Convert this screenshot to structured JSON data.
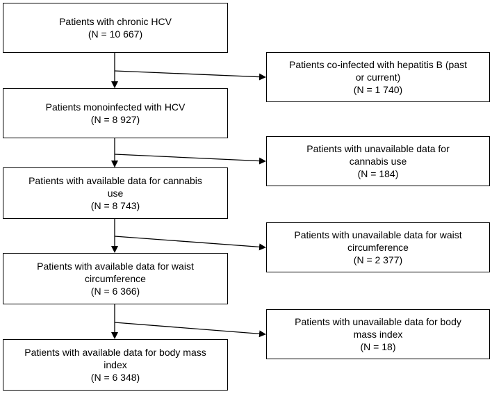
{
  "flowchart": {
    "main": [
      {
        "lines": [
          "Patients with chronic HCV",
          "(N = 10 667)"
        ]
      },
      {
        "lines": [
          "Patients monoinfected with HCV",
          "(N = 8 927)"
        ]
      },
      {
        "lines": [
          "Patients with available data for cannabis",
          "use",
          "(N = 8 743)"
        ]
      },
      {
        "lines": [
          "Patients with available data for waist",
          "circumference",
          "(N = 6 366)"
        ]
      },
      {
        "lines": [
          "Patients with available data for body mass",
          "index",
          "(N = 6 348)"
        ]
      }
    ],
    "excluded": [
      {
        "lines": [
          "Patients co-infected with hepatitis B (past",
          "or current)",
          "(N = 1 740)"
        ]
      },
      {
        "lines": [
          "Patients with unavailable data for",
          "cannabis use",
          "(N = 184)"
        ]
      },
      {
        "lines": [
          "Patients with unavailable data for waist",
          "circumference",
          "(N = 2 377)"
        ]
      },
      {
        "lines": [
          "Patients with unavailable data for body",
          "mass index",
          "(N = 18)"
        ]
      }
    ]
  }
}
